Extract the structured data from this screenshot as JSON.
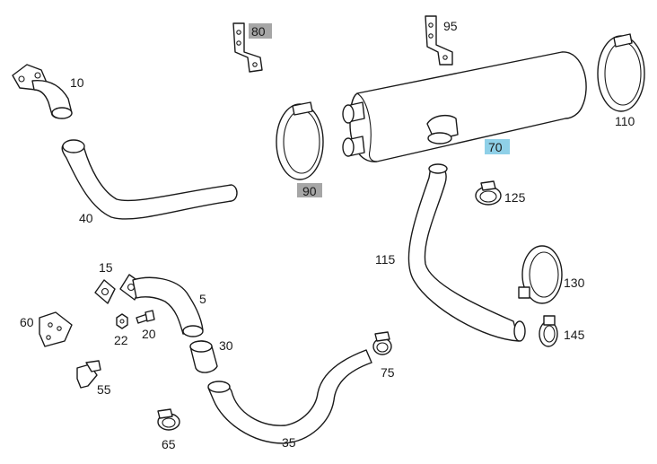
{
  "highlight_colors": {
    "grey": "#a6a6a6",
    "blue": "#8fd0e8"
  },
  "labels": {
    "p10": "10",
    "p15": "15",
    "p20": "20",
    "p22": "22",
    "p30": "30",
    "p35": "35",
    "p40": "40",
    "p5": "5",
    "p55": "55",
    "p60": "60",
    "p65": "65",
    "p70": "70",
    "p75": "75",
    "p80": "80",
    "p90": "90",
    "p95": "95",
    "p110": "110",
    "p115": "115",
    "p125": "125",
    "p130": "130",
    "p145": "145"
  },
  "highlighted": {
    "p80": "grey",
    "p90": "grey",
    "p70": "blue"
  }
}
